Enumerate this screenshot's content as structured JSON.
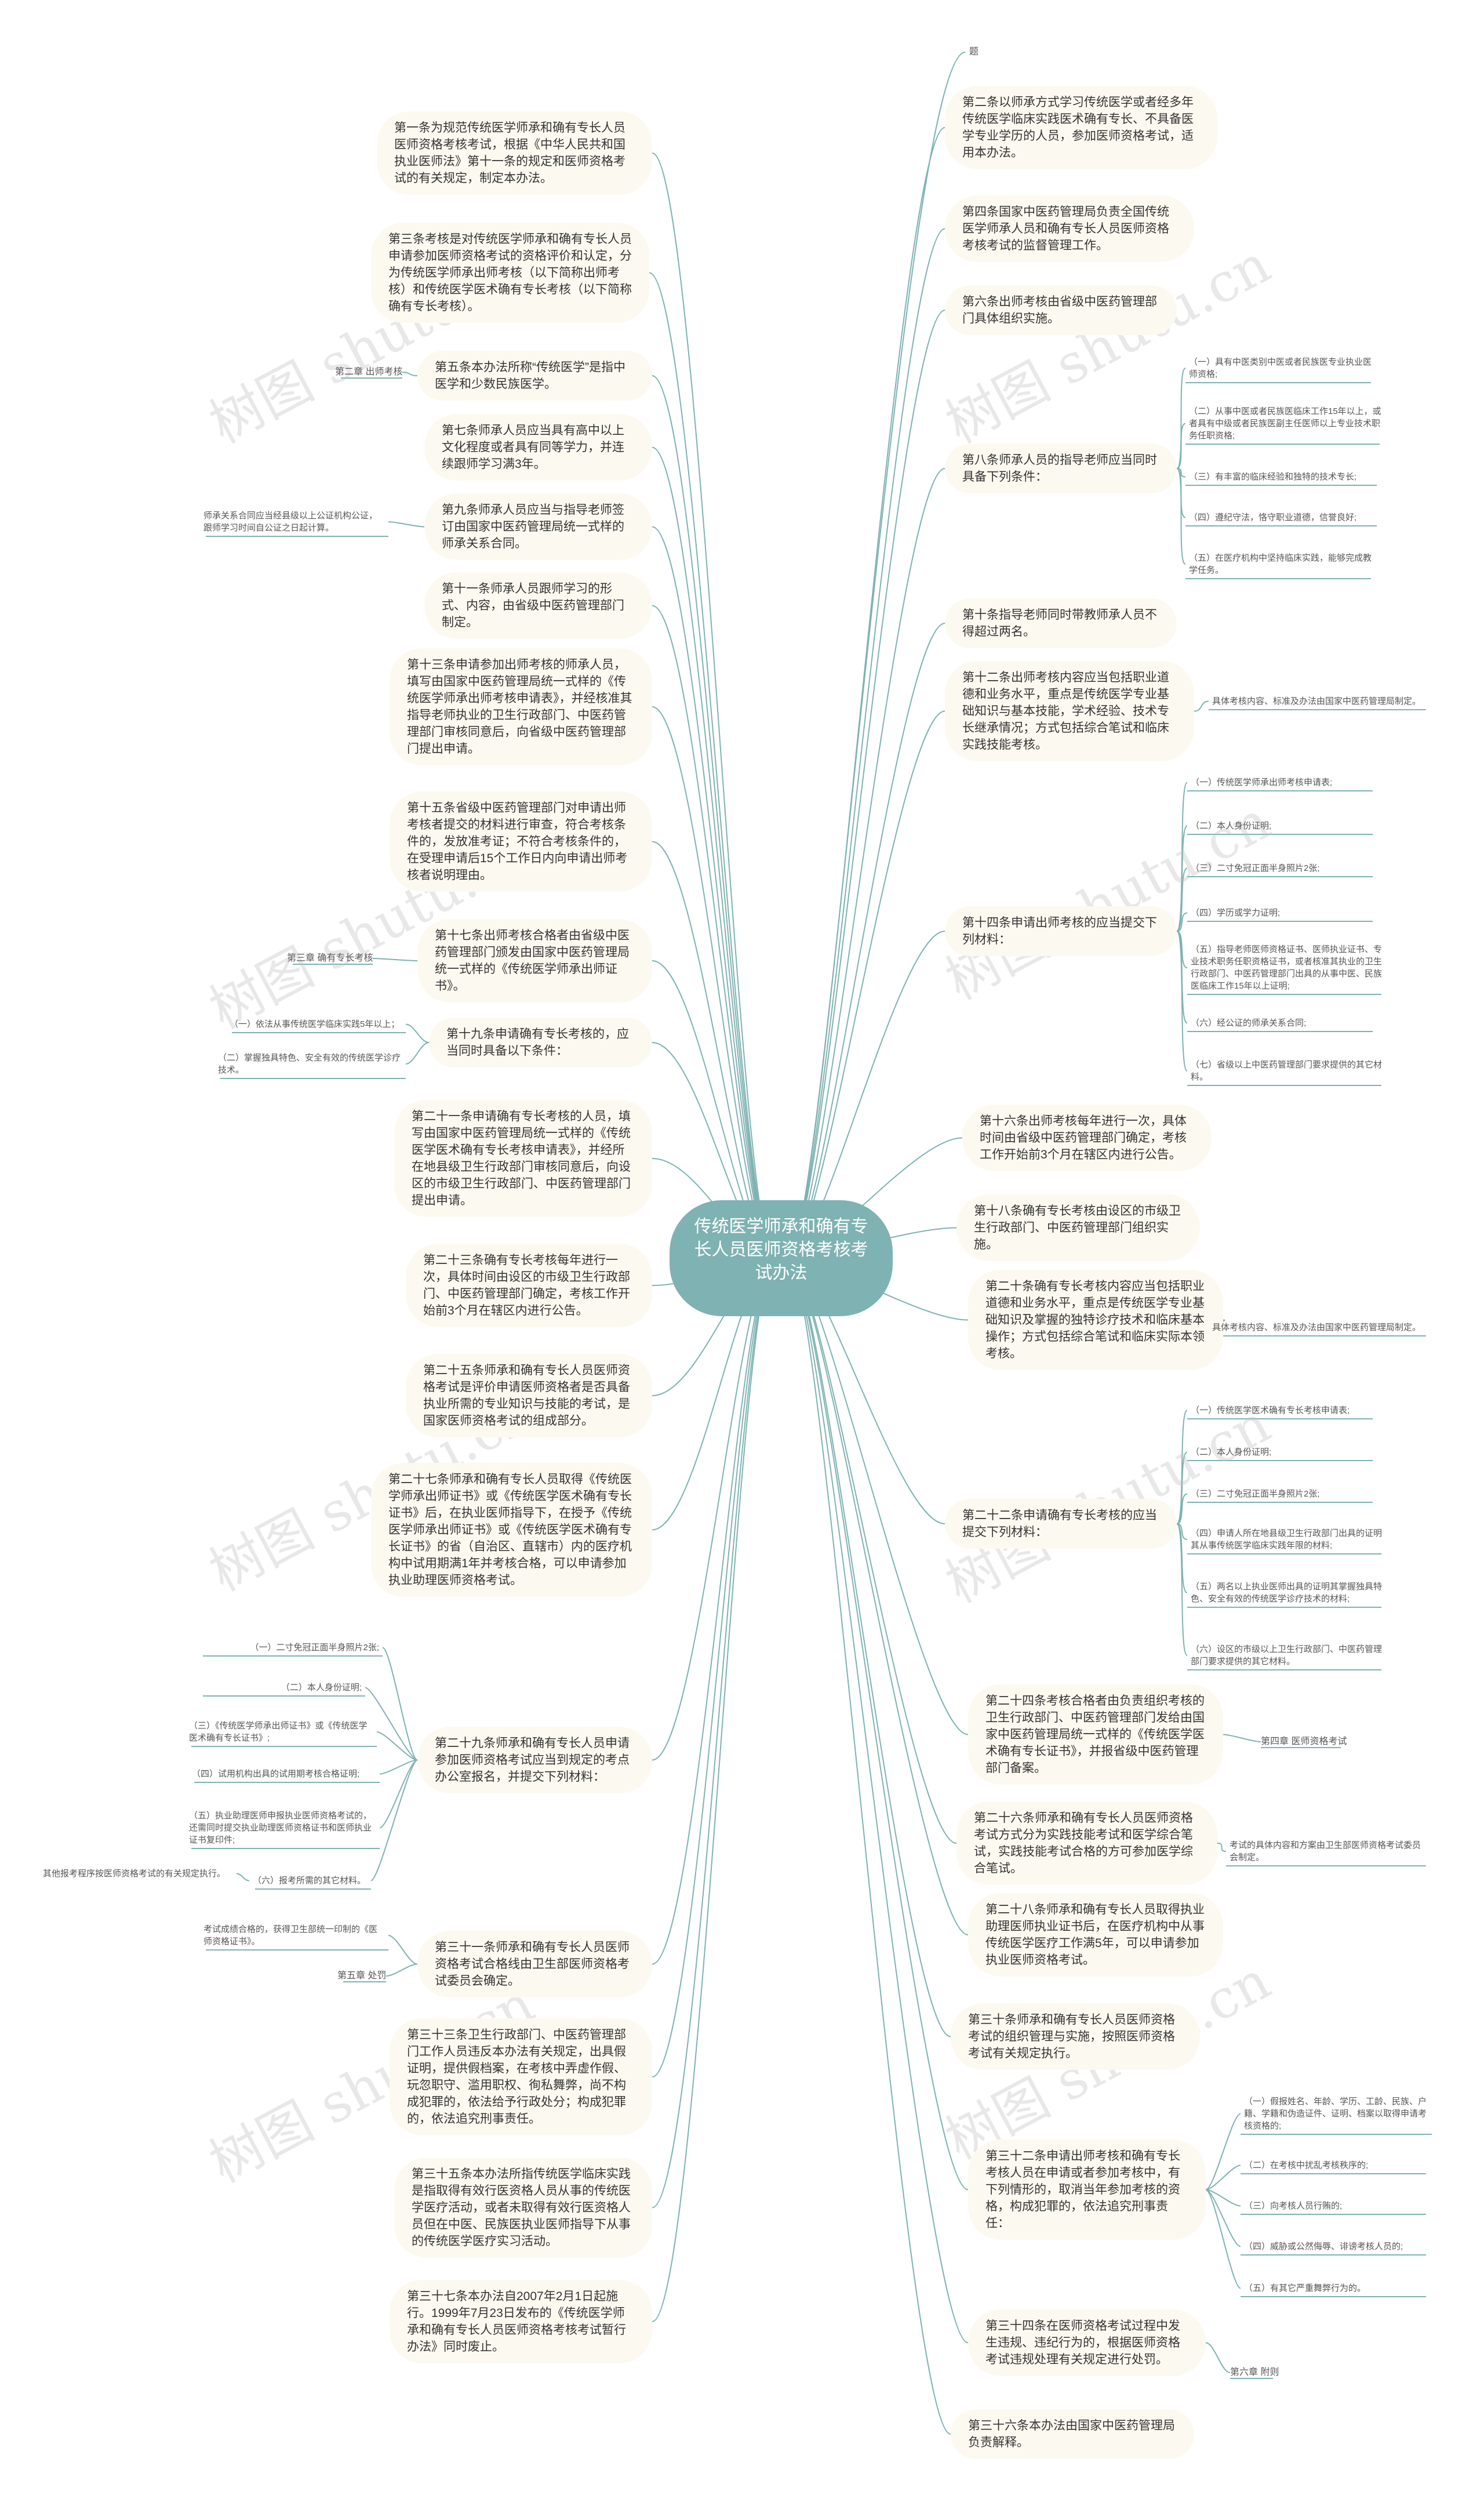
{
  "center": "传统医学师承和确有专长人员医师资格考核考试办法",
  "top_label": "题",
  "left_nodes": [
    {
      "id": "L1",
      "text": "第一条为规范传统医学师承和确有专长人员医师资格考核考试，根据《中华人民共和国执业医师法》第十一条的规定和医师资格考试的有关规定，制定本办法。"
    },
    {
      "id": "L3",
      "text": "第三条考核是对传统医学师承和确有专长人员申请参加医师资格考试的资格评价和认定，分为传统医学师承出师考核（以下简称出师考核）和传统医学医术确有专长考核（以下简称确有专长考核）。"
    },
    {
      "id": "L5",
      "text": "第五条本办法所称“传统医学”是指中医学和少数民族医学。"
    },
    {
      "id": "L7",
      "text": "第七条师承人员应当具有高中以上文化程度或者具有同等学力，并连续跟师学习满3年。"
    },
    {
      "id": "L9",
      "text": "第九条师承人员应当与指导老师签订由国家中医药管理局统一式样的师承关系合同。"
    },
    {
      "id": "L11",
      "text": "第十一条师承人员跟师学习的形式、内容，由省级中医药管理部门制定。"
    },
    {
      "id": "L13",
      "text": "第十三条申请参加出师考核的师承人员，填写由国家中医药管理局统一式样的《传统医学师承出师考核申请表》，并经核准其指导老师执业的卫生行政部门、中医药管理部门审核同意后，向省级中医药管理部门提出申请。"
    },
    {
      "id": "L15",
      "text": "第十五条省级中医药管理部门对申请出师考核者提交的材料进行审查，符合考核条件的，发放准考证；不符合考核条件的，在受理申请后15个工作日内向申请出师考核者说明理由。"
    },
    {
      "id": "L17",
      "text": "第十七条出师考核合格者由省级中医药管理部门颁发由国家中医药管理局统一式样的《传统医学师承出师证书》。"
    },
    {
      "id": "L19",
      "text": "第十九条申请确有专长考核的，应当同时具备以下条件："
    },
    {
      "id": "L21",
      "text": "第二十一条申请确有专长考核的人员，填写由国家中医药管理局统一式样的《传统医学医术确有专长考核申请表》，并经所在地县级卫生行政部门审核同意后，向设区的市级卫生行政部门、中医药管理部门提出申请。"
    },
    {
      "id": "L23",
      "text": "第二十三条确有专长考核每年进行一次，具体时间由设区的市级卫生行政部门、中医药管理部门确定，考核工作开始前3个月在辖区内进行公告。"
    },
    {
      "id": "L25",
      "text": "第二十五条师承和确有专长人员医师资格考试是评价申请医师资格者是否具备执业所需的专业知识与技能的考试，是国家医师资格考试的组成部分。"
    },
    {
      "id": "L27",
      "text": "第二十七条师承和确有专长人员取得《传统医学师承出师证书》或《传统医学医术确有专长证书》后，在执业医师指导下，在授予《传统医学师承出师证书》或《传统医学医术确有专长证书》的省（自治区、直辖市）内的医疗机构中试用期满1年并考核合格，可以申请参加执业助理医师资格考试。"
    },
    {
      "id": "L29",
      "text": "第二十九条师承和确有专长人员申请参加医师资格考试应当到规定的考点办公室报名，并提交下列材料："
    },
    {
      "id": "L31",
      "text": "第三十一条师承和确有专长人员医师资格考试合格线由卫生部医师资格考试委员会确定。"
    },
    {
      "id": "L33",
      "text": "第三十三条卫生行政部门、中医药管理部门工作人员违反本办法有关规定，出具假证明，提供假档案，在考核中弄虚作假、玩忽职守、滥用职权、徇私舞弊，尚不构成犯罪的，依法给予行政处分；构成犯罪的，依法追究刑事责任。"
    },
    {
      "id": "L35",
      "text": "第三十五条本办法所指传统医学临床实践是指取得有效行医资格人员从事的传统医学医疗活动，或者未取得有效行医资格人员但在中医、民族医执业医师指导下从事的传统医学医疗实习活动。"
    },
    {
      "id": "L37",
      "text": "第三十七条本办法自2007年2月1日起施行。1999年7月23日发布的《传统医学师承和确有专长人员医师资格考核考试暂行办法》同时废止。"
    }
  ],
  "right_nodes": [
    {
      "id": "R2",
      "text": "第二条以师承方式学习传统医学或者经多年传统医学临床实践医术确有专长、不具备医学专业学历的人员，参加医师资格考试，适用本办法。"
    },
    {
      "id": "R4",
      "text": "第四条国家中医药管理局负责全国传统医学师承人员和确有专长人员医师资格考核考试的监督管理工作。"
    },
    {
      "id": "R6",
      "text": "第六条出师考核由省级中医药管理部门具体组织实施。"
    },
    {
      "id": "R8",
      "text": "第八条师承人员的指导老师应当同时具备下列条件："
    },
    {
      "id": "R10",
      "text": "第十条指导老师同时带教师承人员不得超过两名。"
    },
    {
      "id": "R12",
      "text": "第十二条出师考核内容应当包括职业道德和业务水平，重点是传统医学专业基础知识与基本技能，学术经验、技术专长继承情况；方式包括综合笔试和临床实践技能考核。"
    },
    {
      "id": "R14",
      "text": "第十四条申请出师考核的应当提交下列材料："
    },
    {
      "id": "R16",
      "text": "第十六条出师考核每年进行一次，具体时间由省级中医药管理部门确定，考核工作开始前3个月在辖区内进行公告。"
    },
    {
      "id": "R18",
      "text": "第十八条确有专长考核由设区的市级卫生行政部门、中医药管理部门组织实施。"
    },
    {
      "id": "R20",
      "text": "第二十条确有专长考核内容应当包括职业道德和业务水平，重点是传统医学专业基础知识及掌握的独特诊疗技术和临床基本操作；方式包括综合笔试和临床实际本领考核。"
    },
    {
      "id": "R22",
      "text": "第二十二条申请确有专长考核的应当提交下列材料："
    },
    {
      "id": "R24",
      "text": "第二十四条考核合格者由负责组织考核的卫生行政部门、中医药管理部门发给由国家中医药管理局统一式样的《传统医学医术确有专长证书》，并报省级中医药管理部门备案。"
    },
    {
      "id": "R26",
      "text": "第二十六条师承和确有专长人员医师资格考试方式分为实践技能考试和医学综合笔试，实践技能考试合格的方可参加医学综合笔试。"
    },
    {
      "id": "R28",
      "text": "第二十八条师承和确有专长人员取得执业助理医师执业证书后，在医疗机构中从事传统医学医疗工作满5年，可以申请参加执业医师资格考试。"
    },
    {
      "id": "R30",
      "text": "第三十条师承和确有专长人员医师资格考试的组织管理与实施，按照医师资格考试有关规定执行。"
    },
    {
      "id": "R32",
      "text": "第三十二条申请出师考核和确有专长考核人员在申请或者参加考核中，有下列情形的，取消当年参加考核的资格，构成犯罪的，依法追究刑事责任："
    },
    {
      "id": "R34",
      "text": "第三十四条在医师资格考试过程中发生违规、违纪行为的，根据医师资格考试违规处理有关规定进行处罚。"
    },
    {
      "id": "R36",
      "text": "第三十六条本办法由国家中医药管理局负责解释。"
    }
  ],
  "left_small": {
    "ch2": "第二章 出师考核",
    "L9note": "师承关系合同应当经县级以上公证机构公证，跟师学习时间自公证之日起计算。",
    "ch3": "第三章 确有专长考核",
    "L19a": "（一）依法从事传统医学临床实践5年以上；",
    "L19b": "（二）掌握独具特色、安全有效的传统医学诊疗技术。",
    "L29items": [
      "（一）二寸免冠正面半身照片2张;",
      "（二）本人身份证明;",
      "（三）《传统医学师承出师证书》或《传统医学医术确有专长证书》;",
      "（四）试用机构出具的试用期考核合格证明;",
      "（五）执业助理医师申报执业医师资格考试的，还需同时提交执业助理医师资格证书和医师执业证书复印件;",
      "（六）报考所需的其它材料。"
    ],
    "L29extra": "其他报考程序按医师资格考试的有关规定执行。",
    "L31note": "考试成绩合格的，获得卫生部统一印制的《医师资格证书》。",
    "ch5": "第五章 处罚"
  },
  "right_small": {
    "R8items": [
      "（一）具有中医类别中医或者民族医专业执业医师资格;",
      "（二）从事中医或者民族医临床工作15年以上，或者具有中级或者民族医副主任医师以上专业技术职务任职资格;",
      "（三）有丰富的临床经验和独特的技术专长;",
      "（四）遵纪守法，恪守职业道德，信誉良好;",
      "（五）在医疗机构中坚持临床实践，能够完成教学任务。"
    ],
    "R12note": "具体考核内容、标准及办法由国家中医药管理局制定。",
    "R14items": [
      "（一）传统医学师承出师考核申请表;",
      "（二）本人身份证明;",
      "（三）二寸免冠正面半身照片2张;",
      "（四）学历或学力证明;",
      "（五）指导老师医师资格证书、医师执业证书、专业技术职务任职资格证书，或者核准其执业的卫生行政部门、中医药管理部门出具的从事中医、民族医临床工作15年以上证明;",
      "（六）经公证的师承关系合同;",
      "（七）省级以上中医药管理部门要求提供的其它材料。"
    ],
    "R20note": "具体考核内容、标准及办法由国家中医药管理局制定。",
    "R22items": [
      "（一）传统医学医术确有专长考核申请表;",
      "（二）本人身份证明;",
      "（三）二寸免冠正面半身照片2张;",
      "（四）申请人所在地县级卫生行政部门出具的证明其从事传统医学临床实践年限的材料;",
      "（五）两名以上执业医师出具的证明其掌握独具特色、安全有效的传统医学诊疗技术的材料;",
      "（六）设区的市级以上卫生行政部门、中医药管理部门要求提供的其它材料。"
    ],
    "ch4": "第四章 医师资格考试",
    "R26note": "考试的具体内容和方案由卫生部医师资格考试委员会制定。",
    "R32items": [
      "（一）假报姓名、年龄、学历、工龄、民族、户籍、学籍和伪造证件、证明、档案以取得申请考核资格的;",
      "（二）在考核中扰乱考核秩序的;",
      "（三）向考核人员行贿的;",
      "（四）威胁或公然侮辱、诽谤考核人员的;",
      "（五）有其它严重舞弊行为的。"
    ],
    "ch6": "第六章 附则"
  },
  "watermark": "树图 shutu.cn",
  "colors": {
    "line": "#7fb2b2",
    "node_bg": "#fcfaf0",
    "center_bg": "#7fb2b2",
    "text": "#333333"
  }
}
